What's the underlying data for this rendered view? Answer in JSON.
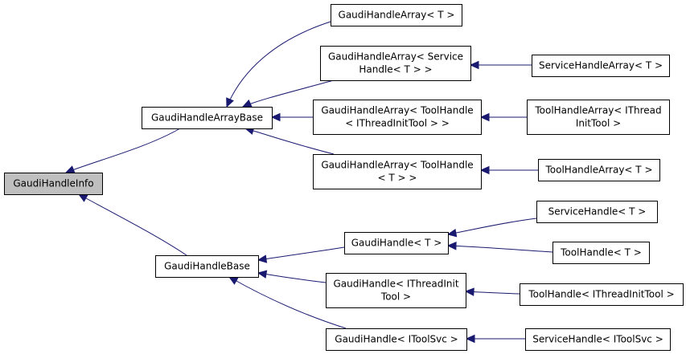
{
  "nodes": [
    {
      "id": "GaudiHandleInfo",
      "lines": [
        "GaudiHandleInfo"
      ],
      "root": true
    },
    {
      "id": "GaudiHandleArrayBase",
      "lines": [
        "GaudiHandleArrayBase"
      ]
    },
    {
      "id": "GaudiHandleBase",
      "lines": [
        "GaudiHandleBase"
      ]
    },
    {
      "id": "GHA_T",
      "lines": [
        "GaudiHandleArray< T >"
      ]
    },
    {
      "id": "GHA_SH",
      "lines": [
        "GaudiHandleArray< Service",
        "Handle< T > >"
      ]
    },
    {
      "id": "GHA_TH_ITIT",
      "lines": [
        "GaudiHandleArray< ToolHandle",
        "< IThreadInitTool > >"
      ]
    },
    {
      "id": "GHA_TH_T",
      "lines": [
        "GaudiHandleArray< ToolHandle",
        "< T > >"
      ]
    },
    {
      "id": "SHA_T",
      "lines": [
        "ServiceHandleArray< T >"
      ]
    },
    {
      "id": "THA_ITIT",
      "lines": [
        "ToolHandleArray< IThread",
        "InitTool >"
      ]
    },
    {
      "id": "THA_T",
      "lines": [
        "ToolHandleArray< T >"
      ]
    },
    {
      "id": "GH_T",
      "lines": [
        "GaudiHandle< T >"
      ]
    },
    {
      "id": "GH_ITIT",
      "lines": [
        "GaudiHandle< IThreadInit",
        "Tool >"
      ]
    },
    {
      "id": "GH_ITS",
      "lines": [
        "GaudiHandle< IToolSvc >"
      ]
    },
    {
      "id": "SH_T",
      "lines": [
        "ServiceHandle< T >"
      ]
    },
    {
      "id": "TH_T",
      "lines": [
        "ToolHandle< T >"
      ]
    },
    {
      "id": "TH_ITIT",
      "lines": [
        "ToolHandle< IThreadInitTool >"
      ]
    },
    {
      "id": "SH_ITS",
      "lines": [
        "ServiceHandle< IToolSvc >"
      ]
    }
  ],
  "edges": [
    {
      "from": "GaudiHandleArrayBase",
      "to": "GaudiHandleInfo"
    },
    {
      "from": "GaudiHandleBase",
      "to": "GaudiHandleInfo"
    },
    {
      "from": "GHA_T",
      "to": "GaudiHandleArrayBase"
    },
    {
      "from": "GHA_SH",
      "to": "GaudiHandleArrayBase"
    },
    {
      "from": "GHA_TH_ITIT",
      "to": "GaudiHandleArrayBase"
    },
    {
      "from": "GHA_TH_T",
      "to": "GaudiHandleArrayBase"
    },
    {
      "from": "SHA_T",
      "to": "GHA_SH"
    },
    {
      "from": "THA_ITIT",
      "to": "GHA_TH_ITIT"
    },
    {
      "from": "THA_T",
      "to": "GHA_TH_T"
    },
    {
      "from": "GH_T",
      "to": "GaudiHandleBase"
    },
    {
      "from": "GH_ITIT",
      "to": "GaudiHandleBase"
    },
    {
      "from": "GH_ITS",
      "to": "GaudiHandleBase"
    },
    {
      "from": "SH_T",
      "to": "GH_T"
    },
    {
      "from": "TH_T",
      "to": "GH_T"
    },
    {
      "from": "TH_ITIT",
      "to": "GH_ITIT"
    },
    {
      "from": "SH_ITS",
      "to": "GH_ITS"
    }
  ]
}
